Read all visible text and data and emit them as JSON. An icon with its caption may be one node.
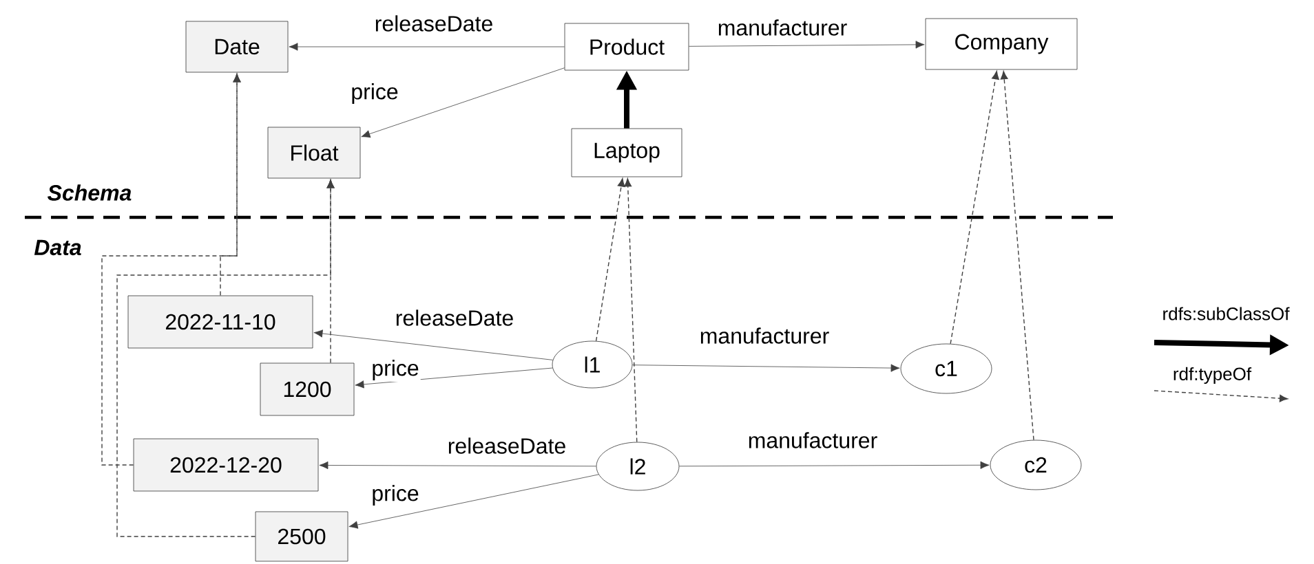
{
  "diagram": {
    "nodes": [
      {
        "text": [
          "Date"
        ]
      },
      {
        "text": [
          "Product"
        ]
      },
      {
        "text": [
          "Company"
        ]
      },
      {
        "text": [
          "Float"
        ]
      },
      {
        "text": [
          "Laptop"
        ]
      },
      {
        "text": [
          "2022-11-10"
        ]
      },
      {
        "text": [
          "l1"
        ]
      },
      {
        "text": [
          "c1"
        ]
      },
      {
        "text": [
          "1200"
        ]
      },
      {
        "text": [
          "2022-12-20"
        ]
      },
      {
        "text": [
          "l2"
        ]
      },
      {
        "text": [
          "c2"
        ]
      },
      {
        "text": [
          "2500"
        ]
      }
    ],
    "edges": [
      {
        "from": 1,
        "to": 0,
        "arrow": "to",
        "label": "releaseDate"
      },
      {
        "from": 1,
        "to": 2,
        "arrow": "to",
        "label": "manufacturer"
      },
      {
        "from": 1,
        "to": 3,
        "arrow": "to",
        "label": "price"
      },
      {
        "from": 4,
        "to": 1,
        "arrow": "to",
        "style": "thick"
      },
      {
        "from": 6,
        "to": 5,
        "arrow": "to",
        "label": "releaseDate"
      },
      {
        "from": 6,
        "to": 7,
        "arrow": "to",
        "label": "manufacturer"
      },
      {
        "from": 6,
        "to": 8,
        "arrow": "to",
        "label": "price"
      },
      {
        "from": 10,
        "to": 9,
        "arrow": "to",
        "label": "releaseDate"
      },
      {
        "from": 10,
        "to": 11,
        "arrow": "to",
        "label": "manufacturer"
      },
      {
        "from": 10,
        "to": 12,
        "arrow": "to",
        "label": "price"
      },
      {
        "from": 6,
        "to": 4,
        "arrow": "to",
        "style": "dashed"
      },
      {
        "from": 10,
        "to": 4,
        "arrow": "to",
        "style": "dashed"
      },
      {
        "from": 7,
        "to": 2,
        "arrow": "to",
        "style": "dashed"
      },
      {
        "from": 11,
        "to": 2,
        "arrow": "to",
        "style": "dashed"
      },
      {
        "from": 5,
        "to": 0,
        "arrow": "to",
        "style": "dashed"
      },
      {
        "from": 9,
        "to": 0,
        "arrow": "to",
        "style": "dashed"
      },
      {
        "from": 8,
        "to": 3,
        "arrow": "to",
        "style": "dashed"
      },
      {
        "from": 12,
        "to": 3,
        "arrow": "to",
        "style": "dashed"
      }
    ],
    "labels": [
      "Schema",
      "Data"
    ],
    "legend": [
      {
        "text": "rdfs:subClassOf"
      },
      {
        "text": "rdf:typeOf"
      }
    ]
  }
}
